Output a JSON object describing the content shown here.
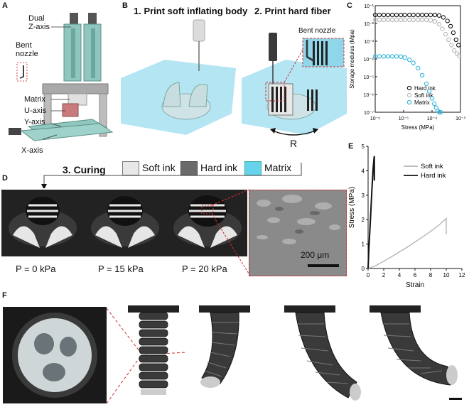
{
  "panels": {
    "a": {
      "letter": "A",
      "labels": [
        "Dual\nZ-axis",
        "Bent\nnozzle",
        "Matrix",
        "U-axis",
        "Y-axis",
        "X-axis"
      ]
    },
    "b": {
      "letter": "B",
      "step1": "1. Print soft inflating body",
      "step2": "2. Print hard fiber",
      "bent_nozzle": "Bent nozzle",
      "r_label": "R"
    },
    "c": {
      "letter": "C"
    },
    "d": {
      "letter": "D",
      "step3": "3. Curing",
      "legend": [
        {
          "label": "Soft ink",
          "color": "#e8e8e8"
        },
        {
          "label": "Hard ink",
          "color": "#6b6b6b"
        },
        {
          "label": "Matrix",
          "color": "#66d3ec"
        }
      ],
      "pressures": [
        "P = 0 kPa",
        "P = 15 kPa",
        "P = 20 kPa"
      ],
      "scale_bar": "200 μm"
    },
    "e": {
      "letter": "E"
    },
    "f": {
      "letter": "F"
    }
  },
  "chart_data": [
    {
      "type": "scatter",
      "xlabel": "Stress (MPa)",
      "ylabel": "Storage modulus (Mpa)",
      "x_scale": "log",
      "y_scale": "log",
      "xlim": [
        1e-06,
        0.001
      ],
      "ylim": [
        1e-07,
        0.1
      ],
      "xticks": [
        "10⁻⁶",
        "10⁻⁵",
        "10⁻⁴",
        "10⁻³"
      ],
      "yticks": [
        "10⁻¹",
        "10⁻²",
        "10⁻³",
        "10⁻⁴",
        "10⁻⁵",
        "10⁻⁶",
        "10⁻⁷"
      ],
      "legend_position": "bottom-right",
      "series": [
        {
          "name": "Hard ink",
          "color": "#111111",
          "x": [
            1e-06,
            1.4e-06,
            2e-06,
            2.8e-06,
            4e-06,
            5.6e-06,
            8e-06,
            1.1e-05,
            1.6e-05,
            2.2e-05,
            3.2e-05,
            4.5e-05,
            6.3e-05,
            8.9e-05,
            0.000126,
            0.000178,
            0.00025,
            0.00035,
            0.00045,
            0.00056,
            0.0007,
            0.00085
          ],
          "y": [
            0.03,
            0.03,
            0.03,
            0.03,
            0.03,
            0.03,
            0.03,
            0.03,
            0.03,
            0.03,
            0.03,
            0.03,
            0.03,
            0.03,
            0.03,
            0.028,
            0.022,
            0.014,
            0.007,
            0.003,
            0.0012,
            0.0006
          ]
        },
        {
          "name": "Soft ink",
          "color": "#b5b5b5",
          "x": [
            1e-06,
            1.4e-06,
            2e-06,
            2.8e-06,
            4e-06,
            5.6e-06,
            8e-06,
            1.1e-05,
            1.6e-05,
            2.2e-05,
            3.2e-05,
            4.5e-05,
            6.3e-05,
            8.9e-05,
            0.000126,
            0.000178,
            0.00023,
            0.0003,
            0.00038,
            0.00048,
            0.0006,
            0.00075,
            0.0009
          ],
          "y": [
            0.016,
            0.016,
            0.016,
            0.016,
            0.016,
            0.016,
            0.016,
            0.016,
            0.016,
            0.016,
            0.016,
            0.016,
            0.016,
            0.015,
            0.013,
            0.009,
            0.005,
            0.0025,
            0.0012,
            0.0006,
            0.0003,
            0.0002,
            0.00015
          ]
        },
        {
          "name": "Matrix",
          "color": "#2fb3d9",
          "x": [
            1e-06,
            1.4e-06,
            2e-06,
            2.8e-06,
            4e-06,
            5.6e-06,
            8e-06,
            1.1e-05,
            1.6e-05,
            2.2e-05,
            3.2e-05,
            4.5e-05,
            6.3e-05,
            8e-05,
            0.0001,
            0.00012,
            0.00014,
            0.00016,
            0.00018,
            0.0002
          ],
          "y": [
            0.00014,
            0.00014,
            0.00014,
            0.00014,
            0.00014,
            0.00014,
            0.000135,
            0.00012,
            9e-05,
            6e-05,
            3e-05,
            1.2e-05,
            4e-06,
            1.5e-06,
            6e-07,
            3e-07,
            1.8e-07,
            1.2e-07,
            1e-07,
            1e-07
          ]
        }
      ]
    },
    {
      "type": "line",
      "xlabel": "Strain",
      "ylabel": "Stress (MPa)",
      "xlim": [
        0,
        12
      ],
      "ylim": [
        0,
        5
      ],
      "xticks": [
        0,
        2,
        4,
        6,
        8,
        10,
        12
      ],
      "yticks": [
        0,
        1,
        2,
        3,
        4,
        5
      ],
      "legend_position": "top-right",
      "series": [
        {
          "name": "Soft ink",
          "color": "#b5b5b5",
          "x": [
            0,
            1,
            2,
            3,
            4,
            5,
            6,
            7,
            8,
            9,
            10,
            10
          ],
          "y": [
            0,
            0.12,
            0.3,
            0.48,
            0.68,
            0.87,
            1.08,
            1.3,
            1.52,
            1.76,
            2.05,
            1.4
          ]
        },
        {
          "name": "Hard ink",
          "color": "#111111",
          "x": [
            0,
            0.1,
            0.3,
            0.5,
            0.65,
            0.75,
            0.8,
            0.8
          ],
          "y": [
            0,
            0.8,
            2.0,
            3.3,
            4.1,
            4.5,
            4.6,
            3.6
          ]
        }
      ]
    }
  ]
}
